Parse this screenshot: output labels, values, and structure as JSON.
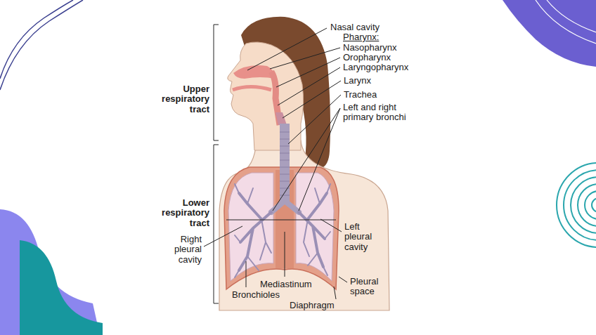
{
  "diagram": {
    "labels": [
      "Nasal cavity",
      "Pharynx:",
      "Nasopharynx",
      "Oropharynx",
      "Laryngopharynx",
      "Larynx",
      "Trachea",
      "Left and right primary bronchi",
      "Upper respiratory tract",
      "Lower respiratory tract",
      "Right pleural cavity",
      "Left pleural cavity",
      "Mediastinum",
      "Bronchioles",
      "Diaphragm",
      "Pleural space"
    ]
  }
}
